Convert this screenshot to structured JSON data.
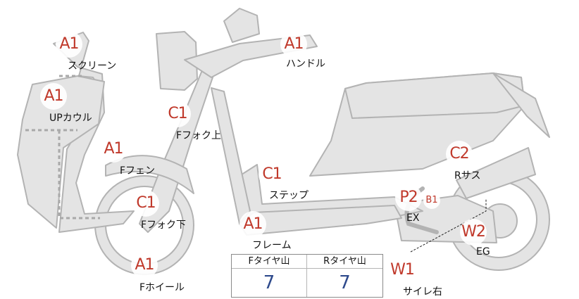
{
  "colors": {
    "body_fill": "#e4e4e4",
    "body_stroke": "#b3b3b3",
    "grade_text": "#c0392b",
    "tread_value": "#2e4a8c"
  },
  "parts": [
    {
      "id": "screen",
      "grade": "A1",
      "label": "スクリーン"
    },
    {
      "id": "up-cowl",
      "grade": "A1",
      "label": "UPカウル"
    },
    {
      "id": "handle",
      "grade": "A1",
      "label": "ハンドル"
    },
    {
      "id": "fork-upper",
      "grade": "C1",
      "label": "Fフォク上"
    },
    {
      "id": "f-fender",
      "grade": "A1",
      "label": "Fフェン"
    },
    {
      "id": "fork-lower",
      "grade": "C1",
      "label": "Fフォク下"
    },
    {
      "id": "f-wheel",
      "grade": "A1",
      "label": "Fホイール"
    },
    {
      "id": "step",
      "grade": "C1",
      "label": "ステップ"
    },
    {
      "id": "frame",
      "grade": "A1",
      "label": "フレーム"
    },
    {
      "id": "r-sus",
      "grade": "C2",
      "label": "Rサス"
    },
    {
      "id": "exhaust",
      "grade": "P2",
      "label": "EX",
      "sub_grade": "B1"
    },
    {
      "id": "engine",
      "grade": "W2",
      "label": "EG"
    },
    {
      "id": "muffler",
      "grade": "W1",
      "label": "サイレ右"
    }
  ],
  "tread": {
    "front_header": "Fタイヤ山",
    "rear_header": "Rタイヤ山",
    "front_value": "7",
    "rear_value": "7"
  }
}
